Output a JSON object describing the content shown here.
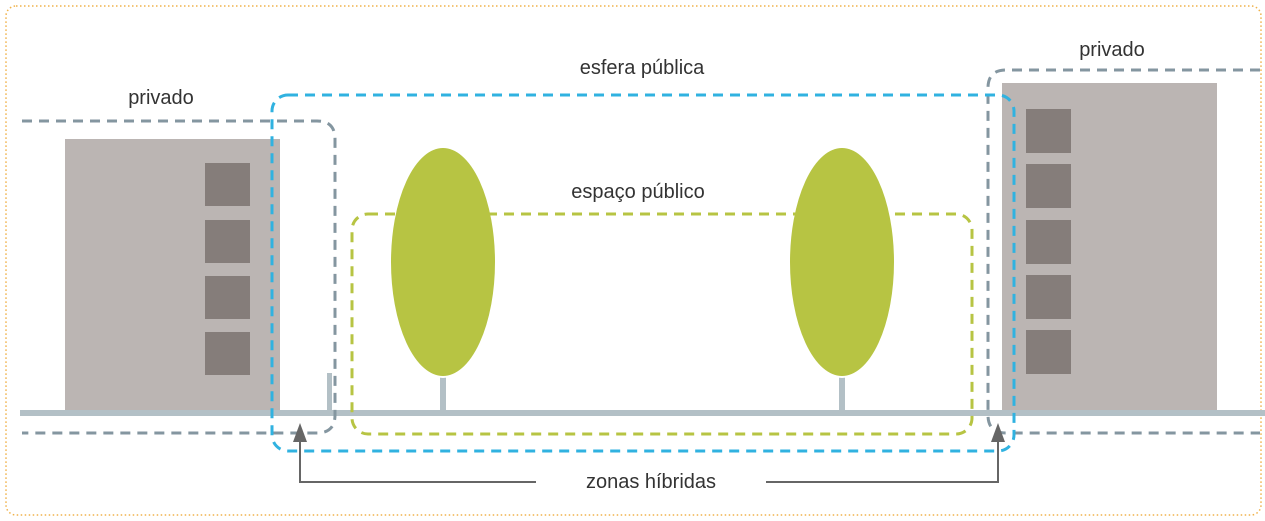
{
  "labels": {
    "private_left": "privado",
    "private_right": "privado",
    "public_sphere": "esfera pública",
    "public_space": "espaço público",
    "hybrid_zones": "zonas híbridas"
  },
  "colors": {
    "frame_border": "#f0b24a",
    "building": "#bbb5b3",
    "window": "#857d7a",
    "tree_canopy": "#b7c443",
    "tree_trunk": "#b3c0c6",
    "ground": "#b3c0c6",
    "private_dash": "#8496a0",
    "public_sphere_dash": "#30b2e0",
    "public_space_dash": "#b7c443",
    "arrow": "#666666",
    "text": "#333333"
  }
}
